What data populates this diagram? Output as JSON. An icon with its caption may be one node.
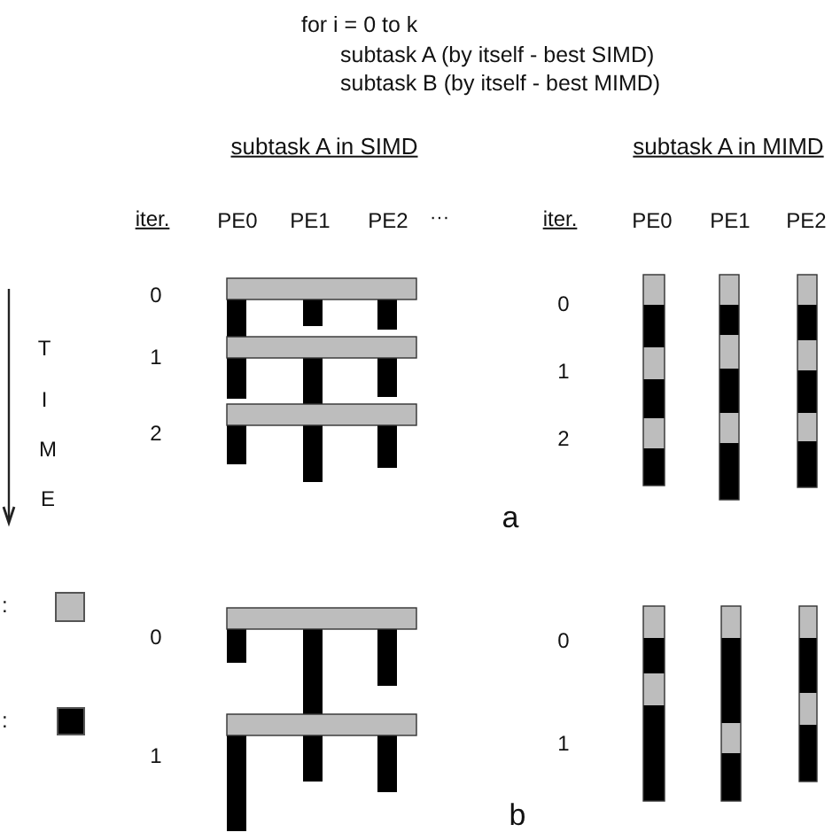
{
  "diagram": {
    "labels": [
      "for i = 0 to k",
      "subtask A (by itself - best SIMD)",
      "subtask B (by itself - best MIMD)",
      "subtask A in SIMD",
      "subtask A in MIMD",
      "iter.",
      "PE0",
      "PE1",
      "PE2",
      "···",
      "iter.",
      "PE0",
      "PE1",
      "PE2",
      "0",
      "0",
      "T",
      "1",
      "1",
      "I",
      "2",
      "2",
      "M",
      "E",
      "a",
      "0",
      "0",
      "1",
      "1",
      "b"
    ],
    "legend": [
      {
        "text": ":",
        "color": "#bdbdbd"
      },
      {
        "text": ":",
        "color": "#000000"
      }
    ]
  }
}
